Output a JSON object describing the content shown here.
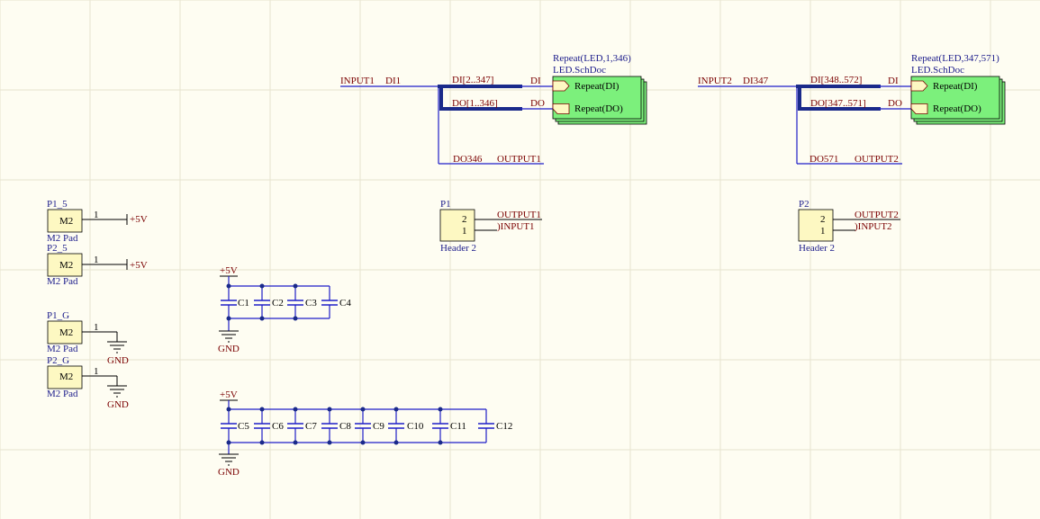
{
  "colors": {
    "background": "#fefdf2",
    "grid": "#e7e3cf",
    "wire": "#1e1ec8",
    "bus": "#1a2a8a",
    "component_fill": "#fdf8c2",
    "sheet_fill": "#7cf07c",
    "port_fill": "#fdf8c2",
    "net_label": "#7a0000",
    "designator": "#1a1a8a"
  },
  "sheet1": {
    "title": "Repeat(LED,1,346)",
    "file": "LED.SchDoc",
    "port_di": "Repeat(DI)",
    "port_do": "Repeat(DO)",
    "input_net": "INPUT1",
    "di_net": "DI1",
    "di_bus": "DI[2..347]",
    "do_bus": "DO[1..346]",
    "di_label": "DI",
    "do_label": "DO",
    "do_last": "DO346",
    "output_net": "OUTPUT1"
  },
  "sheet2": {
    "title": "Repeat(LED,347,571)",
    "file": "LED.SchDoc",
    "port_di": "Repeat(DI)",
    "port_do": "Repeat(DO)",
    "input_net": "INPUT2",
    "di_net": "DI347",
    "di_bus": "DI[348..572]",
    "do_bus": "DO[347..571]",
    "di_label": "DI",
    "do_label": "DO",
    "do_last": "DO571",
    "output_net": "OUTPUT2"
  },
  "header1": {
    "designator": "P1",
    "pin2": "2",
    "pin1": "1",
    "net2": "OUTPUT1",
    "net1": ")INPUT1",
    "comment": "Header 2"
  },
  "header2": {
    "designator": "P2",
    "pin2": "2",
    "pin1": "1",
    "net2": "OUTPUT2",
    "net1": ")INPUT2",
    "comment": "Header 2"
  },
  "pads": [
    {
      "designator": "P1_5",
      "body": "M2",
      "pin": "1",
      "comment": "M2 Pad",
      "net": "+5V"
    },
    {
      "designator": "P2_5",
      "body": "M2",
      "pin": "1",
      "comment": "M2 Pad",
      "net": "+5V"
    },
    {
      "designator": "P1_G",
      "body": "M2",
      "pin": "1",
      "comment": "M2 Pad",
      "net": "GND"
    },
    {
      "designator": "P2_G",
      "body": "M2",
      "pin": "1",
      "comment": "M2 Pad",
      "net": "GND"
    }
  ],
  "cap_group1": {
    "power": "+5V",
    "ground": "GND",
    "caps": [
      "C1",
      "C2",
      "C3",
      "C4"
    ]
  },
  "cap_group2": {
    "power": "+5V",
    "ground": "GND",
    "caps": [
      "C5",
      "C6",
      "C7",
      "C8",
      "C9",
      "C10",
      "C11",
      "C12"
    ]
  }
}
